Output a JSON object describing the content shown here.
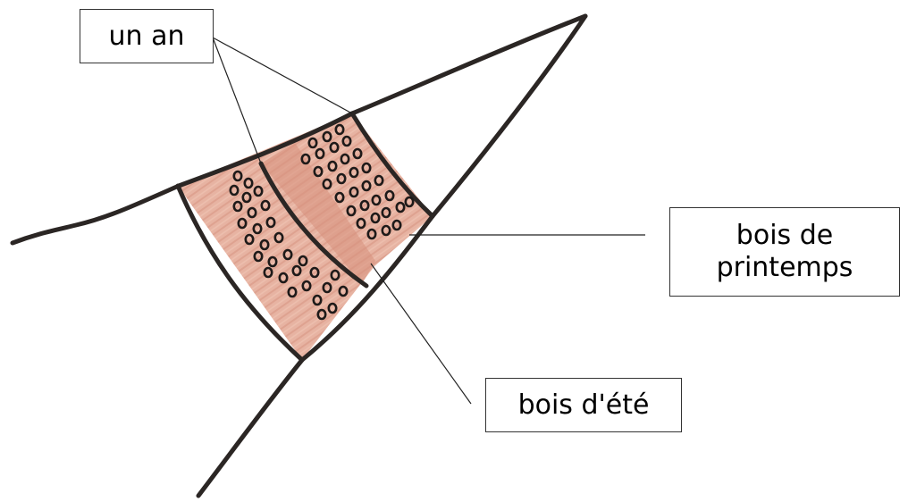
{
  "labels": {
    "year": "un an",
    "earlywood": "bois de\nprintemps",
    "latewood": "bois d'été"
  },
  "colors": {
    "outline": "#2b2624",
    "wood_fill": "#e7b3a2",
    "wood_stripe": "#cf8672",
    "leader_line": "#222222",
    "pore": "#1e1a19"
  }
}
